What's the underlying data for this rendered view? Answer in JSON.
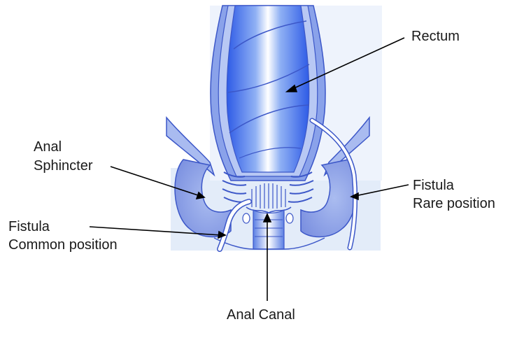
{
  "colors": {
    "backdrop": "#e3ecf9",
    "tissue_light": "#cfdcf6",
    "tissue_mid": "#9fb4ec",
    "tissue_dark": "#6f86de",
    "outline": "#3c57c8",
    "lumen_deep": "#2e5be6",
    "lumen_light": "#ffffff",
    "fistula_fill": "#ffffff",
    "arrow": "#000000"
  },
  "labels": {
    "rectum": "Rectum",
    "anal_sphincter_line1": "Anal",
    "anal_sphincter_line2": "Sphincter",
    "fistula_rare_line1": "Fistula",
    "fistula_rare_line2": "Rare position",
    "fistula_common_line1": "Fistula",
    "fistula_common_line2": "Common position",
    "anal_canal": "Anal Canal"
  }
}
